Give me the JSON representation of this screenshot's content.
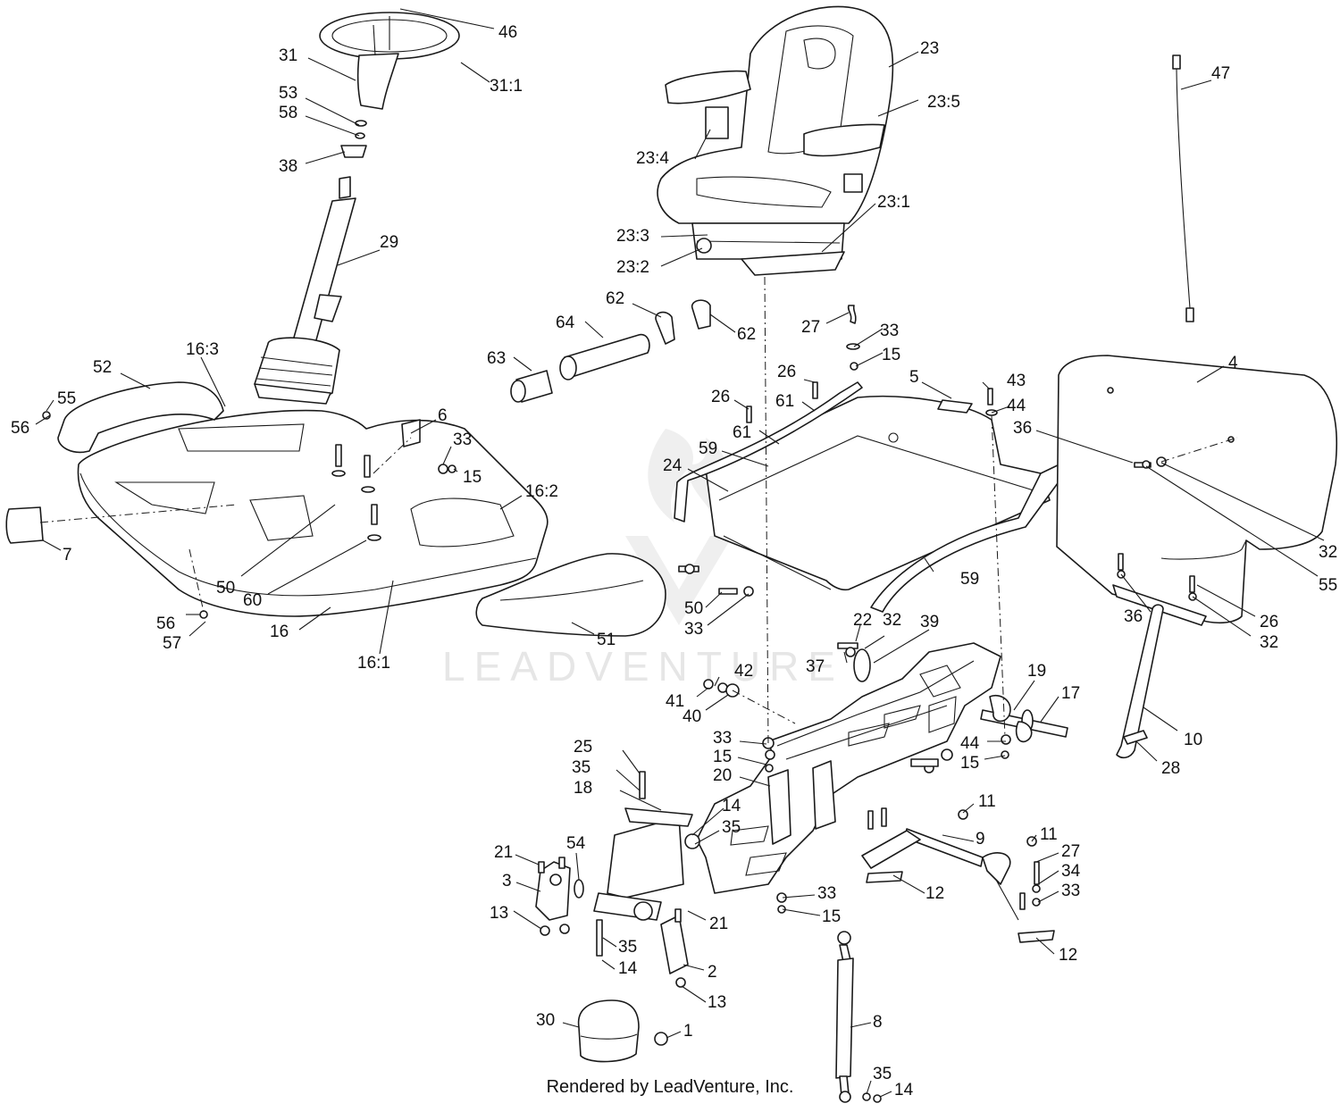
{
  "footer": {
    "credit": "Rendered by LeadVenture, Inc."
  },
  "watermark": {
    "text": "LEADVENTURE",
    "color": "#e6e6e6"
  },
  "colors": {
    "line": "#1a1a1a",
    "background": "#ffffff"
  },
  "callouts": [
    "46",
    "31",
    "31:1",
    "53",
    "58",
    "38",
    "29",
    "52",
    "16:3",
    "55",
    "56",
    "6",
    "33",
    "15",
    "16:2",
    "7",
    "50",
    "60",
    "56",
    "57",
    "16",
    "16:1",
    "51",
    "23",
    "23:5",
    "23:4",
    "23:3",
    "23:2",
    "23:1",
    "62",
    "64",
    "62",
    "63",
    "27",
    "33",
    "15",
    "26",
    "26",
    "61",
    "61",
    "59",
    "24",
    "50",
    "33",
    "5",
    "43",
    "44",
    "36",
    "59",
    "4",
    "32",
    "55",
    "36",
    "26",
    "32",
    "47",
    "22",
    "32",
    "39",
    "37",
    "42",
    "41",
    "40",
    "19",
    "17",
    "10",
    "28",
    "44",
    "15",
    "33",
    "15",
    "20",
    "25",
    "35",
    "18",
    "14",
    "35",
    "21",
    "54",
    "3",
    "13",
    "21",
    "35",
    "14",
    "2",
    "13",
    "11",
    "9",
    "11",
    "27",
    "34",
    "33",
    "12",
    "12",
    "33",
    "15",
    "30",
    "1",
    "8",
    "35",
    "14"
  ]
}
